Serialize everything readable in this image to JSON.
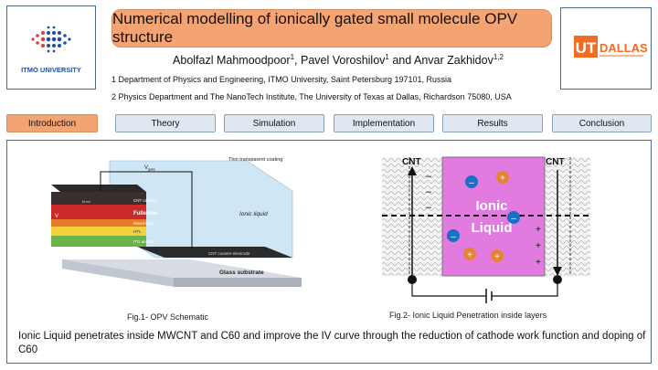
{
  "title": "Numerical modelling of ionically gated small molecule OPV structure",
  "authors": {
    "a1": "Abolfazl Mahmoodpoor",
    "a1_sup": "1",
    "sep1": ", ",
    "a2": "Pavel Voroshilov",
    "a2_sup": "1",
    "sep2": " and ",
    "a3": "Anvar Zakhidov",
    "a3_sup": "1,2"
  },
  "affiliations": [
    "1 Department of Physics and Engineering, ITMO University, Saint Petersburg 197101, Russia",
    "2 Physics Department and The NanoTech Institute, The University of Texas at Dallas,  Richardson 75080, USA"
  ],
  "logos": {
    "left_text": "ITMO UNIVERSITY",
    "right_text": "UT DALLAS",
    "right_ut": "UT",
    "right_dallas": "DALLAS"
  },
  "nav": {
    "tabs": [
      {
        "label": "Introduction",
        "active": true
      },
      {
        "label": "Theory",
        "active": false
      },
      {
        "label": "Simulation",
        "active": false
      },
      {
        "label": "Implementation",
        "active": false
      },
      {
        "label": "Results",
        "active": false
      },
      {
        "label": "Conclusion",
        "active": false
      }
    ]
  },
  "fig1": {
    "caption": "Fig.1- OPV Schematic",
    "labels": {
      "coating": "Thin transparent coating",
      "vgate": "V",
      "vgate_sub": "gate",
      "ionic": "Ionic liquid",
      "cnt_cathode": "CNT cathode",
      "fullerene": "Fullerene",
      "mixed": "Mixed layer",
      "htl": "HTL",
      "ito": "ITO anode",
      "counter": "CNT counter-electrode",
      "glass": "Glass substrate",
      "v_left": "V",
      "mwcnt": "M cnt"
    }
  },
  "fig2": {
    "caption": "Fig.2- Ionic Liquid Penetration inside layers",
    "cnt_left": "CNT",
    "cnt_right": "CNT",
    "ionic": "Ionic",
    "liquid": "Liquid",
    "minus": "–",
    "plus": "+"
  },
  "body": "Ionic Liquid penetrates inside MWCNT and C60 and improve the IV curve through the reduction of cathode work function and doping of C60",
  "colors": {
    "accent": "#f4a373",
    "tab_bg": "#dfe7f1",
    "ionic_fill": "#e27be0",
    "cation": "#e8842e",
    "anion": "#1c6fc4"
  }
}
